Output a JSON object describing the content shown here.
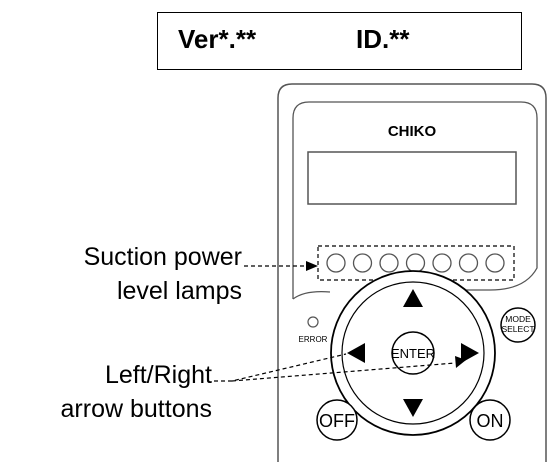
{
  "version_box": {
    "version": "Ver*.**",
    "id": "ID.**"
  },
  "panel": {
    "brand": "CHIKO",
    "error_label": "ERROR",
    "mode_select": {
      "line1": "MODE",
      "line2": "SELECT"
    },
    "enter_label": "ENTER",
    "off_label": "OFF",
    "on_label": "ON"
  },
  "callouts": {
    "suction": {
      "line1": "Suction power",
      "line2": "level lamps"
    },
    "arrows": {
      "line1": "Left/Right",
      "line2": "arrow buttons"
    }
  },
  "suction_lamp_count": 7,
  "colors": {
    "line": "#000000",
    "panel_stroke": "#555555",
    "background": "#ffffff"
  }
}
